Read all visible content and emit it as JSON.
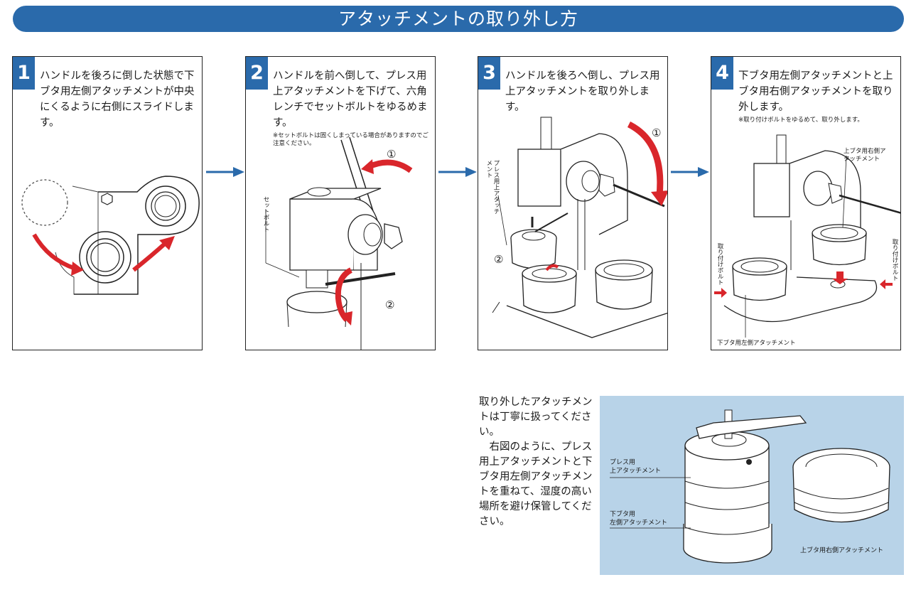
{
  "header": {
    "title": "アタッチメントの取り外し方"
  },
  "steps": [
    {
      "num": "1",
      "text": "ハンドルを後ろに倒した状態で下ブタ用左側アタッチメントが中央にくるように右側にスライドします。"
    },
    {
      "num": "2",
      "text": "ハンドルを前へ倒して、プレス用上アタッチメントを下げて、六角レンチでセットボルトをゆるめます。",
      "note": "※セットボルトは固くしまっている場合がありますのでご注意ください。",
      "labels": {
        "set_bolt": "セットボルト",
        "circle1": "①",
        "circle2": "②"
      }
    },
    {
      "num": "3",
      "text": "ハンドルを後ろへ倒し、プレス用上アタッチメントを取り外します。",
      "labels": {
        "press_upper": "プレス用上アタッチメント",
        "circle1": "①",
        "circle2": "②"
      }
    },
    {
      "num": "4",
      "text": "下ブタ用左側アタッチメントと上ブタ用右側アタッチメントを取り外します。",
      "note": "※取り付けボルトをゆるめて、取り外します。",
      "labels": {
        "upper_right": "上ブタ用右側アタッチメント",
        "bolt_left": "取り付けボルト",
        "bolt_right": "取り付けボルト",
        "lower_left": "下ブタ用左側アタッチメント"
      }
    }
  ],
  "storage": {
    "para1": "取り外したアタッチメントは丁寧に扱ってください。",
    "para2": "右図のように、プレス用上アタッチメントと下ブタ用左側アタッチメントを重ねて、湿度の高い場所を避け保管してください。",
    "label_press_line1": "プレス用",
    "label_press_line2": "上アタッチメント",
    "label_lower_line1": "下ブタ用",
    "label_lower_line2": "左側アタッチメント",
    "label_upper_right": "上ブタ用右側アタッチメント"
  },
  "colors": {
    "banner": "#2a6aab",
    "red_arrow": "#d9262b",
    "storage_bg": "#b8d3e8"
  }
}
